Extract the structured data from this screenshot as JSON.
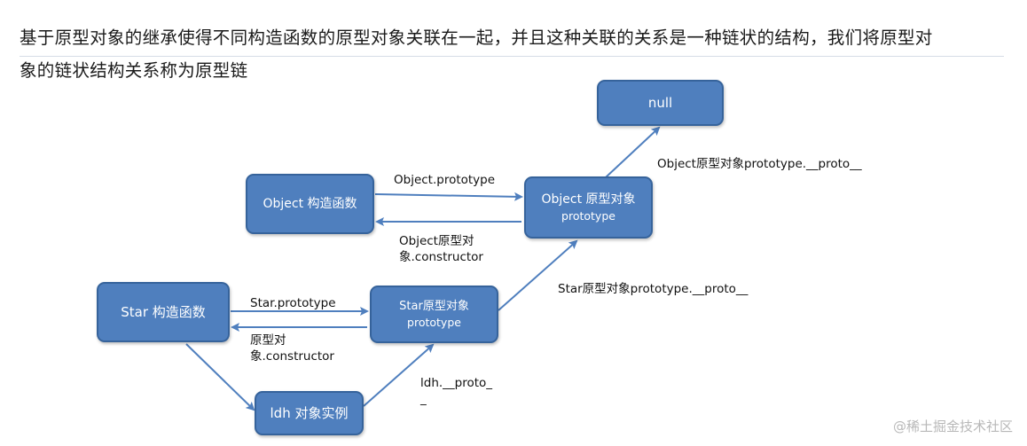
{
  "paragraph": {
    "line1": "基于原型对象的继承使得不同构造函数的原型对象关联在一起，并且这种关联的关系是一种链状的结构，我们将原型对",
    "line2": "象的链状结构关系称为原型链"
  },
  "nodes": {
    "null": "null",
    "object_ctor": "Object 构造函数",
    "object_proto_l1": "Object 原型对象",
    "object_proto_l2": "prototype",
    "star_ctor": "Star 构造函数",
    "star_proto_l1": "Star原型对象",
    "star_proto_l2": "prototype",
    "ldh": "ldh 对象实例"
  },
  "labels": {
    "object_prototype": "Object.prototype",
    "object_constructor_l1": "Object原型对",
    "object_constructor_l2": "象.constructor",
    "object_proto_chain": "Object原型对象prototype.__proto__",
    "star_proto_chain": "Star原型对象prototype.__proto__",
    "star_prototype": "Star.prototype",
    "star_constructor_l1": "原型对",
    "star_constructor_l2": "象.constructor",
    "ldh_proto_l1": "ldh.__proto_",
    "ldh_proto_l2": "_"
  },
  "watermark": "@稀土掘金技术社区",
  "colors": {
    "node_fill": "#4f7fbe",
    "node_border": "#36639b",
    "arrow": "#4f7fbe"
  }
}
